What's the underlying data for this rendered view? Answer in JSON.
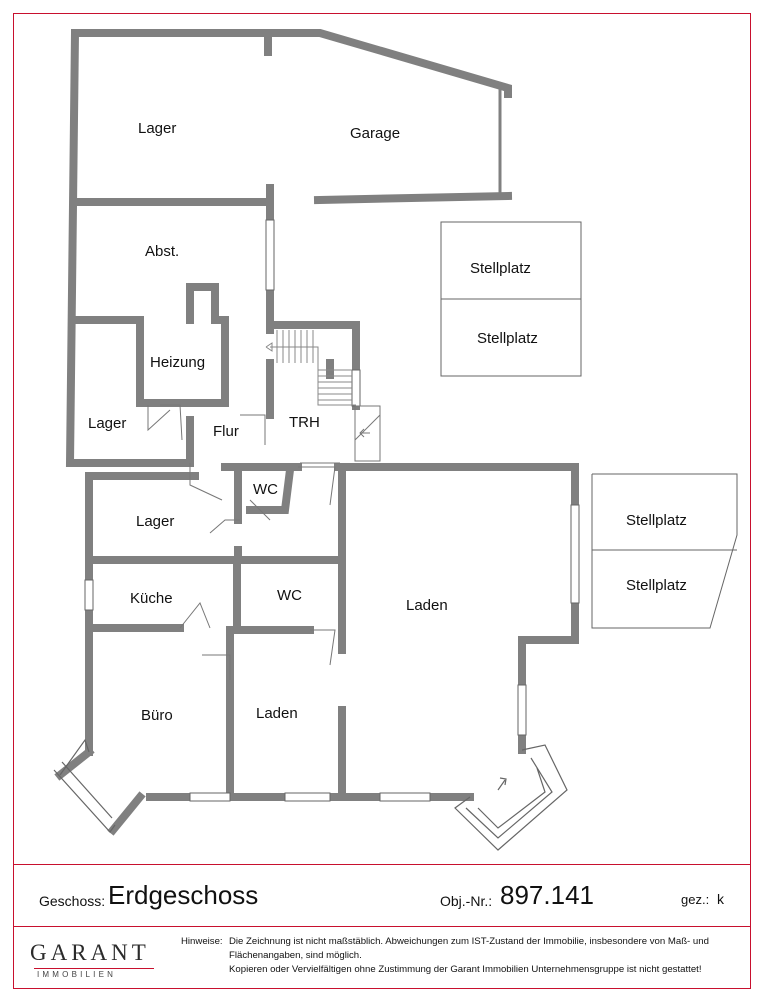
{
  "rooms": [
    {
      "id": "lager-top",
      "label": "Lager"
    },
    {
      "id": "garage",
      "label": "Garage"
    },
    {
      "id": "abst",
      "label": "Abst."
    },
    {
      "id": "heizung",
      "label": "Heizung"
    },
    {
      "id": "lager-left",
      "label": "Lager"
    },
    {
      "id": "flur",
      "label": "Flur"
    },
    {
      "id": "trh",
      "label": "TRH"
    },
    {
      "id": "wc-small",
      "label": "WC"
    },
    {
      "id": "lager-mid",
      "label": "Lager"
    },
    {
      "id": "kueche",
      "label": "Küche"
    },
    {
      "id": "wc-mid",
      "label": "WC"
    },
    {
      "id": "laden-big",
      "label": "Laden"
    },
    {
      "id": "buero",
      "label": "Büro"
    },
    {
      "id": "laden-small",
      "label": "Laden"
    }
  ],
  "parking": [
    "Stellplatz",
    "Stellplatz",
    "Stellplatz",
    "Stellplatz"
  ],
  "title_block": {
    "geschoss_label": "Geschoss:",
    "geschoss_value": "Erdgeschoss",
    "obj_label": "Obj.-Nr.:",
    "obj_value": "897.141",
    "gez_label": "gez.:",
    "gez_value": "k"
  },
  "logo": {
    "name": "GARANT",
    "sub": "IMMOBILIEN"
  },
  "notes": {
    "label": "Hinweise:",
    "lines": [
      "Die Zeichnung ist nicht maßstäblich. Abweichungen zum IST-Zustand der Immobilie, insbesondere von Maß- und Flächenangaben, sind möglich.",
      "Kopieren oder Vervielfältigen ohne Zustimmung der Garant Immobilien Unternehmensgruppe ist nicht gestattet!"
    ]
  },
  "colors": {
    "wall": "#808080",
    "frame": "#c8102e",
    "line": "#666666"
  }
}
